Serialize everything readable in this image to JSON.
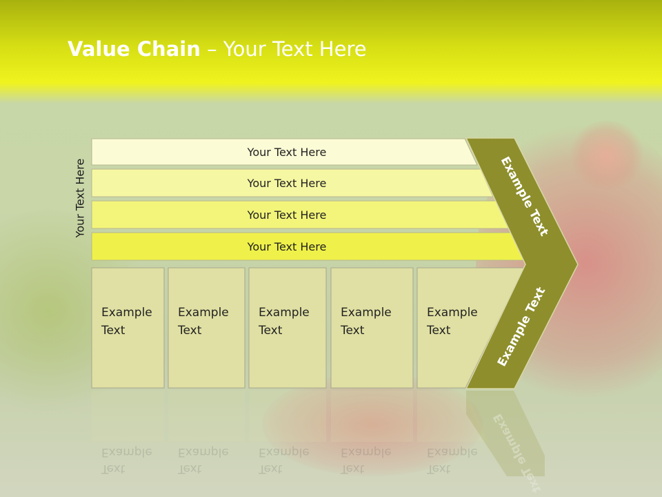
{
  "title": {
    "bold": "Value Chain",
    "rest": " – Your Text Here"
  },
  "side_label": "Your Text Here",
  "bars": [
    {
      "label": "Your Text Here",
      "color": "#fbfbd6"
    },
    {
      "label": "Your Text Here",
      "color": "#f6f7a2"
    },
    {
      "label": "Your Text Here",
      "color": "#f3f57a"
    },
    {
      "label": "Your Text Here",
      "color": "#eff14a"
    }
  ],
  "columns": [
    {
      "line1": "Example",
      "line2": "Text"
    },
    {
      "line1": "Example",
      "line2": "Text"
    },
    {
      "line1": "Example",
      "line2": "Text"
    },
    {
      "line1": "Example",
      "line2": "Text"
    },
    {
      "line1": "Example",
      "line2": "Text"
    }
  ],
  "arrow": {
    "upper": "Example Text",
    "lower": "Example Text",
    "color": "#8e8e2c"
  },
  "colors": {
    "column_fill": "#e0e0a4",
    "column_border": "#a6a68c",
    "bar_border": "#b7b78e"
  }
}
